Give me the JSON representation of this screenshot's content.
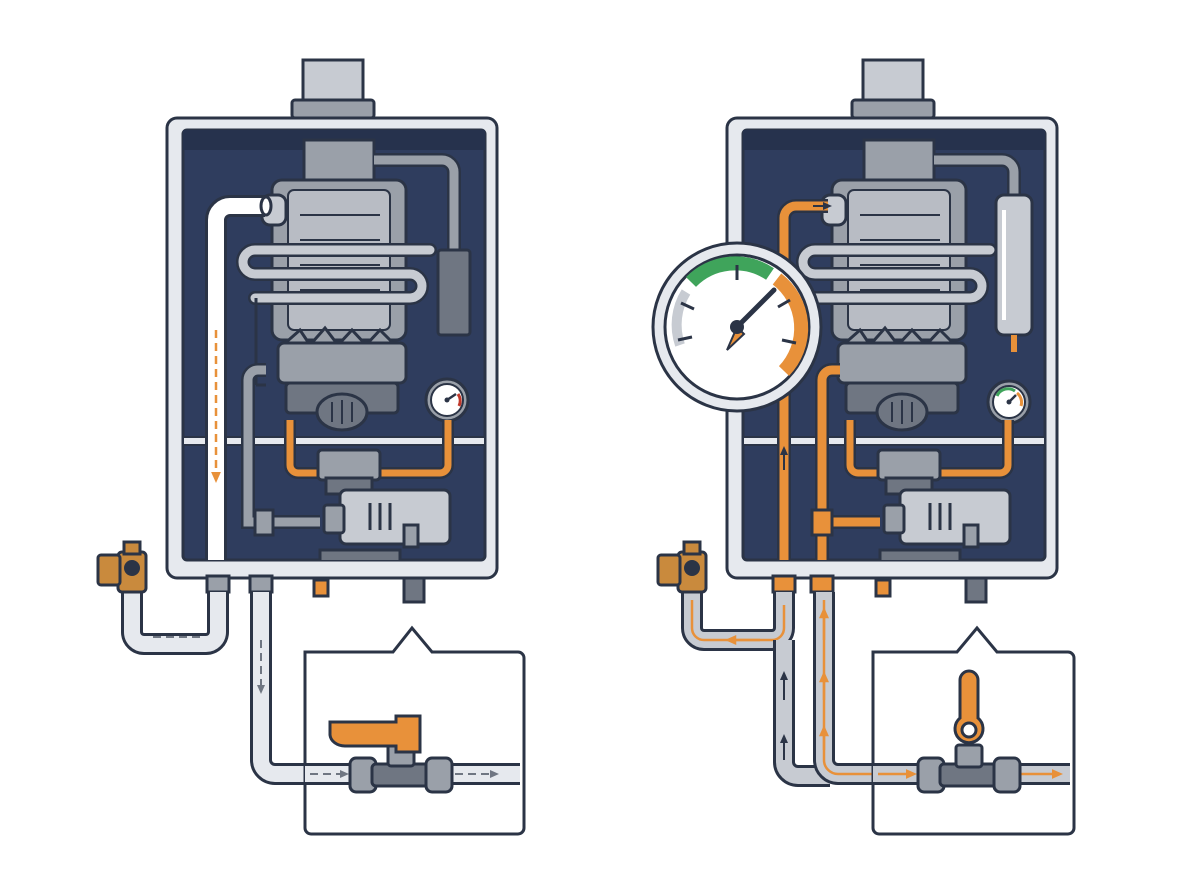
{
  "figure": {
    "panels": [
      {
        "id": "left",
        "state": "valve-closed",
        "flow": "dashed-arrows",
        "gauge_visible": false
      },
      {
        "id": "right",
        "state": "valve-open",
        "flow": "active-arrows",
        "gauge_visible": true
      }
    ],
    "colors": {
      "outline": "#2b3446",
      "cabinet_interior": "#2f3d5e",
      "cabinet_frame": "#e6e9ee",
      "metal_light": "#c7cbd2",
      "metal_mid": "#9aa0a9",
      "metal_dark": "#6f7682",
      "hot_pipe": "#e8913a",
      "brass": "#c98a3d",
      "gauge_green": "#3fa45b",
      "arrow_dark": "#2b3446"
    },
    "icons": [
      "water-heater-icon",
      "ball-valve-icon",
      "pressure-gauge-icon",
      "flow-arrow-icon"
    ]
  }
}
